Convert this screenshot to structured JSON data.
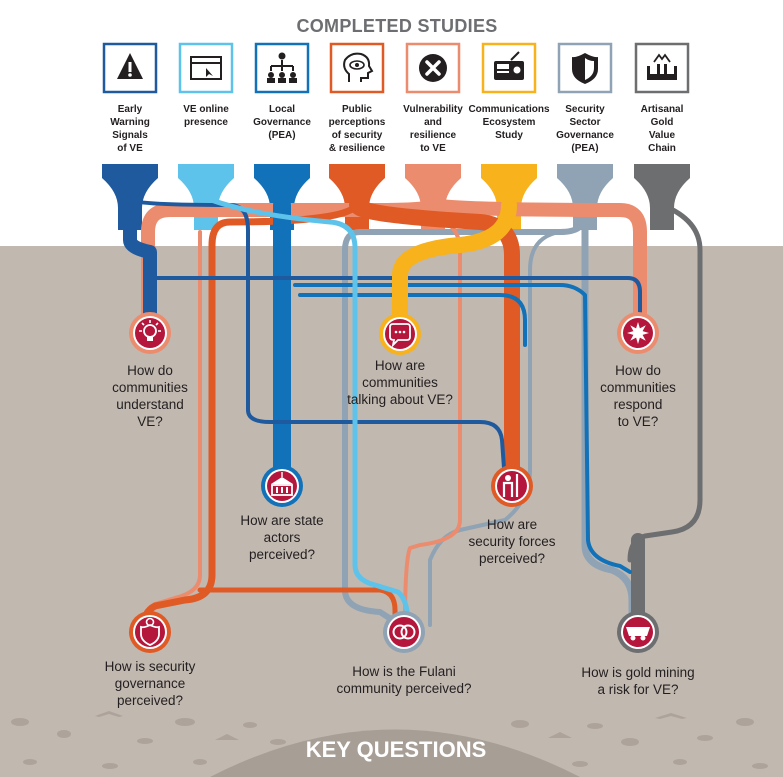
{
  "header": {
    "title": "COMPLETED STUDIES"
  },
  "footer": {
    "title": "KEY QUESTIONS"
  },
  "colors": {
    "dark_blue": "#1f5a9e",
    "light_blue": "#5ec3ea",
    "mid_blue": "#1172b9",
    "orange": "#e05a25",
    "salmon": "#ec8c6e",
    "yellow": "#f7b21c",
    "grey_blue": "#8fa3b4",
    "dark_grey": "#6d6e70",
    "crimson": "#b5163c",
    "ground": "#c1b8b0"
  },
  "studies": [
    {
      "id": "early-warning",
      "icon": "warning-icon",
      "lines": [
        "Early",
        "Warning",
        "Signals",
        "of VE"
      ]
    },
    {
      "id": "online-presence",
      "icon": "browser-icon",
      "lines": [
        "VE online",
        "presence"
      ]
    },
    {
      "id": "local-governance",
      "icon": "org-chart-icon",
      "lines": [
        "Local",
        "Governance",
        "(PEA)"
      ]
    },
    {
      "id": "public-perceptions",
      "icon": "head-eye-icon",
      "lines": [
        "Public",
        "perceptions",
        "of security",
        "& resilience"
      ]
    },
    {
      "id": "vulnerability",
      "icon": "x-circle-icon",
      "lines": [
        "Vulnerability",
        "and",
        "resilience",
        "to VE"
      ]
    },
    {
      "id": "communications",
      "icon": "radio-icon",
      "lines": [
        "Communications",
        "Ecosystem",
        "Study"
      ]
    },
    {
      "id": "security-sector",
      "icon": "shield-icon",
      "lines": [
        "Security",
        "Sector",
        "Governance",
        "(PEA)"
      ]
    },
    {
      "id": "artisanal-gold",
      "icon": "gold-mine-icon",
      "lines": [
        "Artisanal",
        "Gold",
        "Value",
        "Chain"
      ]
    }
  ],
  "questions": [
    {
      "id": "understand-ve",
      "icon": "lightbulb-icon",
      "lines": [
        "How do",
        "communities",
        "understand",
        "VE?"
      ]
    },
    {
      "id": "talking-about-ve",
      "icon": "speech-bubble-icon",
      "lines": [
        "How are",
        "communities",
        "talking about VE?"
      ]
    },
    {
      "id": "respond-to-ve",
      "icon": "burst-icon",
      "lines": [
        "How do",
        "communities",
        "respond",
        "to VE?"
      ]
    },
    {
      "id": "state-actors",
      "icon": "government-building-icon",
      "lines": [
        "How are state",
        "actors",
        "perceived?"
      ]
    },
    {
      "id": "security-forces",
      "icon": "soldier-icon",
      "lines": [
        "How are",
        "security forces",
        "perceived?"
      ]
    },
    {
      "id": "security-governance",
      "icon": "shield-gear-icon",
      "lines": [
        "How is security",
        "governance",
        "perceived?"
      ]
    },
    {
      "id": "fulani-community",
      "icon": "linked-circles-icon",
      "lines": [
        "How is the Fulani",
        "community perceived?"
      ]
    },
    {
      "id": "gold-mining",
      "icon": "mine-cart-icon",
      "lines": [
        "How is gold mining",
        "a risk for VE?"
      ]
    }
  ]
}
